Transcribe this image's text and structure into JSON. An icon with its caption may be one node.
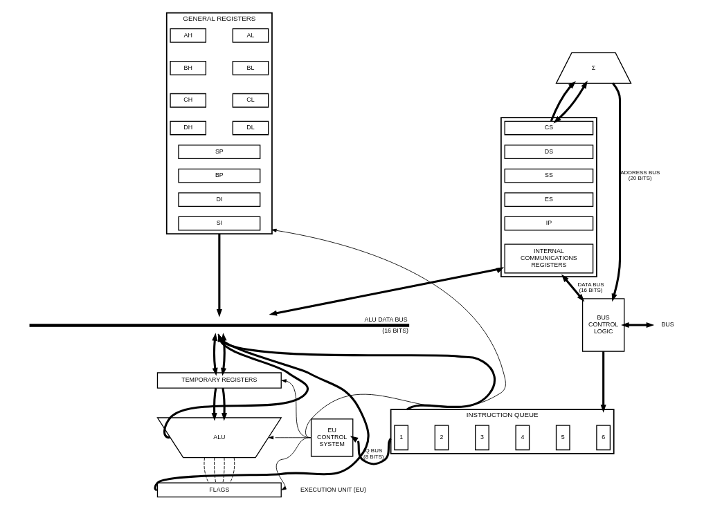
{
  "diagram": {
    "nodes": [
      {
        "text": [
          "GENERAL REGISTERS"
        ]
      },
      {
        "text": [
          "AH"
        ],
        "in": 0
      },
      {
        "text": [
          "AL"
        ],
        "in": 0
      },
      {
        "text": [
          "BH"
        ],
        "in": 0
      },
      {
        "text": [
          "BL"
        ],
        "in": 0
      },
      {
        "text": [
          "CH"
        ],
        "in": 0
      },
      {
        "text": [
          "CL"
        ],
        "in": 0
      },
      {
        "text": [
          "DH"
        ],
        "in": 0
      },
      {
        "text": [
          "DL"
        ],
        "in": 0
      },
      {
        "text": [
          "SP"
        ],
        "in": 0
      },
      {
        "text": [
          "BP"
        ],
        "in": 0
      },
      {
        "text": [
          "DI"
        ],
        "in": 0
      },
      {
        "text": [
          "SI"
        ],
        "in": 0
      },
      {
        "text": [
          "Σ"
        ]
      },
      {
        "text": [],
        "shape": "box"
      },
      {
        "text": [
          "CS"
        ],
        "in": 14
      },
      {
        "text": [
          "DS"
        ],
        "in": 14
      },
      {
        "text": [
          "SS"
        ],
        "in": 14
      },
      {
        "text": [
          "ES"
        ],
        "in": 14
      },
      {
        "text": [
          "IP"
        ],
        "in": 14
      },
      {
        "text": [
          "INTERNAL COMMUNICATIONS REGISTERS"
        ],
        "in": 14
      },
      {
        "text": [
          "ALU DATA BUS (16 BITS)"
        ]
      },
      {
        "text": [
          "BUS CONTROL LOGIC"
        ]
      },
      {
        "text": [
          "BUS"
        ]
      },
      {
        "text": [
          "TEMPORARY REGISTERS"
        ]
      },
      {
        "text": [
          "ALU"
        ]
      },
      {
        "text": [
          "EU CONTROL SYSTEM"
        ]
      },
      {
        "text": [
          "INSTRUCTION QUEUE"
        ]
      },
      {
        "text": [
          "1"
        ],
        "in": 27
      },
      {
        "text": [
          "2"
        ],
        "in": 27
      },
      {
        "text": [
          "3"
        ],
        "in": 27
      },
      {
        "text": [
          "4"
        ],
        "in": 27
      },
      {
        "text": [
          "5"
        ],
        "in": 27
      },
      {
        "text": [
          "6"
        ],
        "in": 27
      },
      {
        "text": [
          "FLAGS"
        ]
      }
    ],
    "edges": [
      {
        "from": 0,
        "to": 21,
        "arrow": "to"
      },
      {
        "from": 26,
        "to": 0,
        "arrow": "to"
      },
      {
        "from": 13,
        "to": 22,
        "arrow": "to",
        "label": "ADDRESS BUS (20 BITS)"
      },
      {
        "from": 15,
        "to": 13,
        "arrow": "to"
      },
      {
        "from": 13,
        "to": 15,
        "arrow": "both"
      },
      {
        "from": 14,
        "to": 22,
        "arrow": "both",
        "label": "DATA BUS (16 BITS)"
      },
      {
        "from": 21,
        "to": 14,
        "arrow": "both"
      },
      {
        "from": 22,
        "to": 23,
        "arrow": "both"
      },
      {
        "from": 21,
        "to": 24,
        "arrow": "both"
      },
      {
        "from": 21,
        "to": 24,
        "arrow": "both"
      },
      {
        "from": 24,
        "to": 25,
        "arrow": "to"
      },
      {
        "from": 24,
        "to": 25,
        "arrow": "to"
      },
      {
        "from": 26,
        "to": 24,
        "arrow": "to"
      },
      {
        "from": 26,
        "to": 25,
        "arrow": "to"
      },
      {
        "from": 26,
        "to": 34,
        "arrow": "to"
      },
      {
        "from": 25,
        "to": 21,
        "arrow": "to"
      },
      {
        "from": 34,
        "to": 21,
        "arrow": "to"
      },
      {
        "from": 25,
        "to": 34,
        "arrow": "none",
        "style": "dashed"
      },
      {
        "from": 25,
        "to": 34,
        "arrow": "none",
        "style": "dashed"
      },
      {
        "from": 25,
        "to": 34,
        "arrow": "none",
        "style": "dashed"
      },
      {
        "from": 25,
        "to": 34,
        "arrow": "none",
        "style": "dashed"
      },
      {
        "from": 27,
        "to": 26,
        "arrow": "to",
        "label": "Q BUS (8 BITS)"
      },
      {
        "from": 27,
        "to": 21,
        "arrow": "to"
      },
      {
        "from": 22,
        "to": 27,
        "arrow": "to"
      }
    ],
    "labels": [
      "EXECUTION UNIT (EU)"
    ]
  }
}
